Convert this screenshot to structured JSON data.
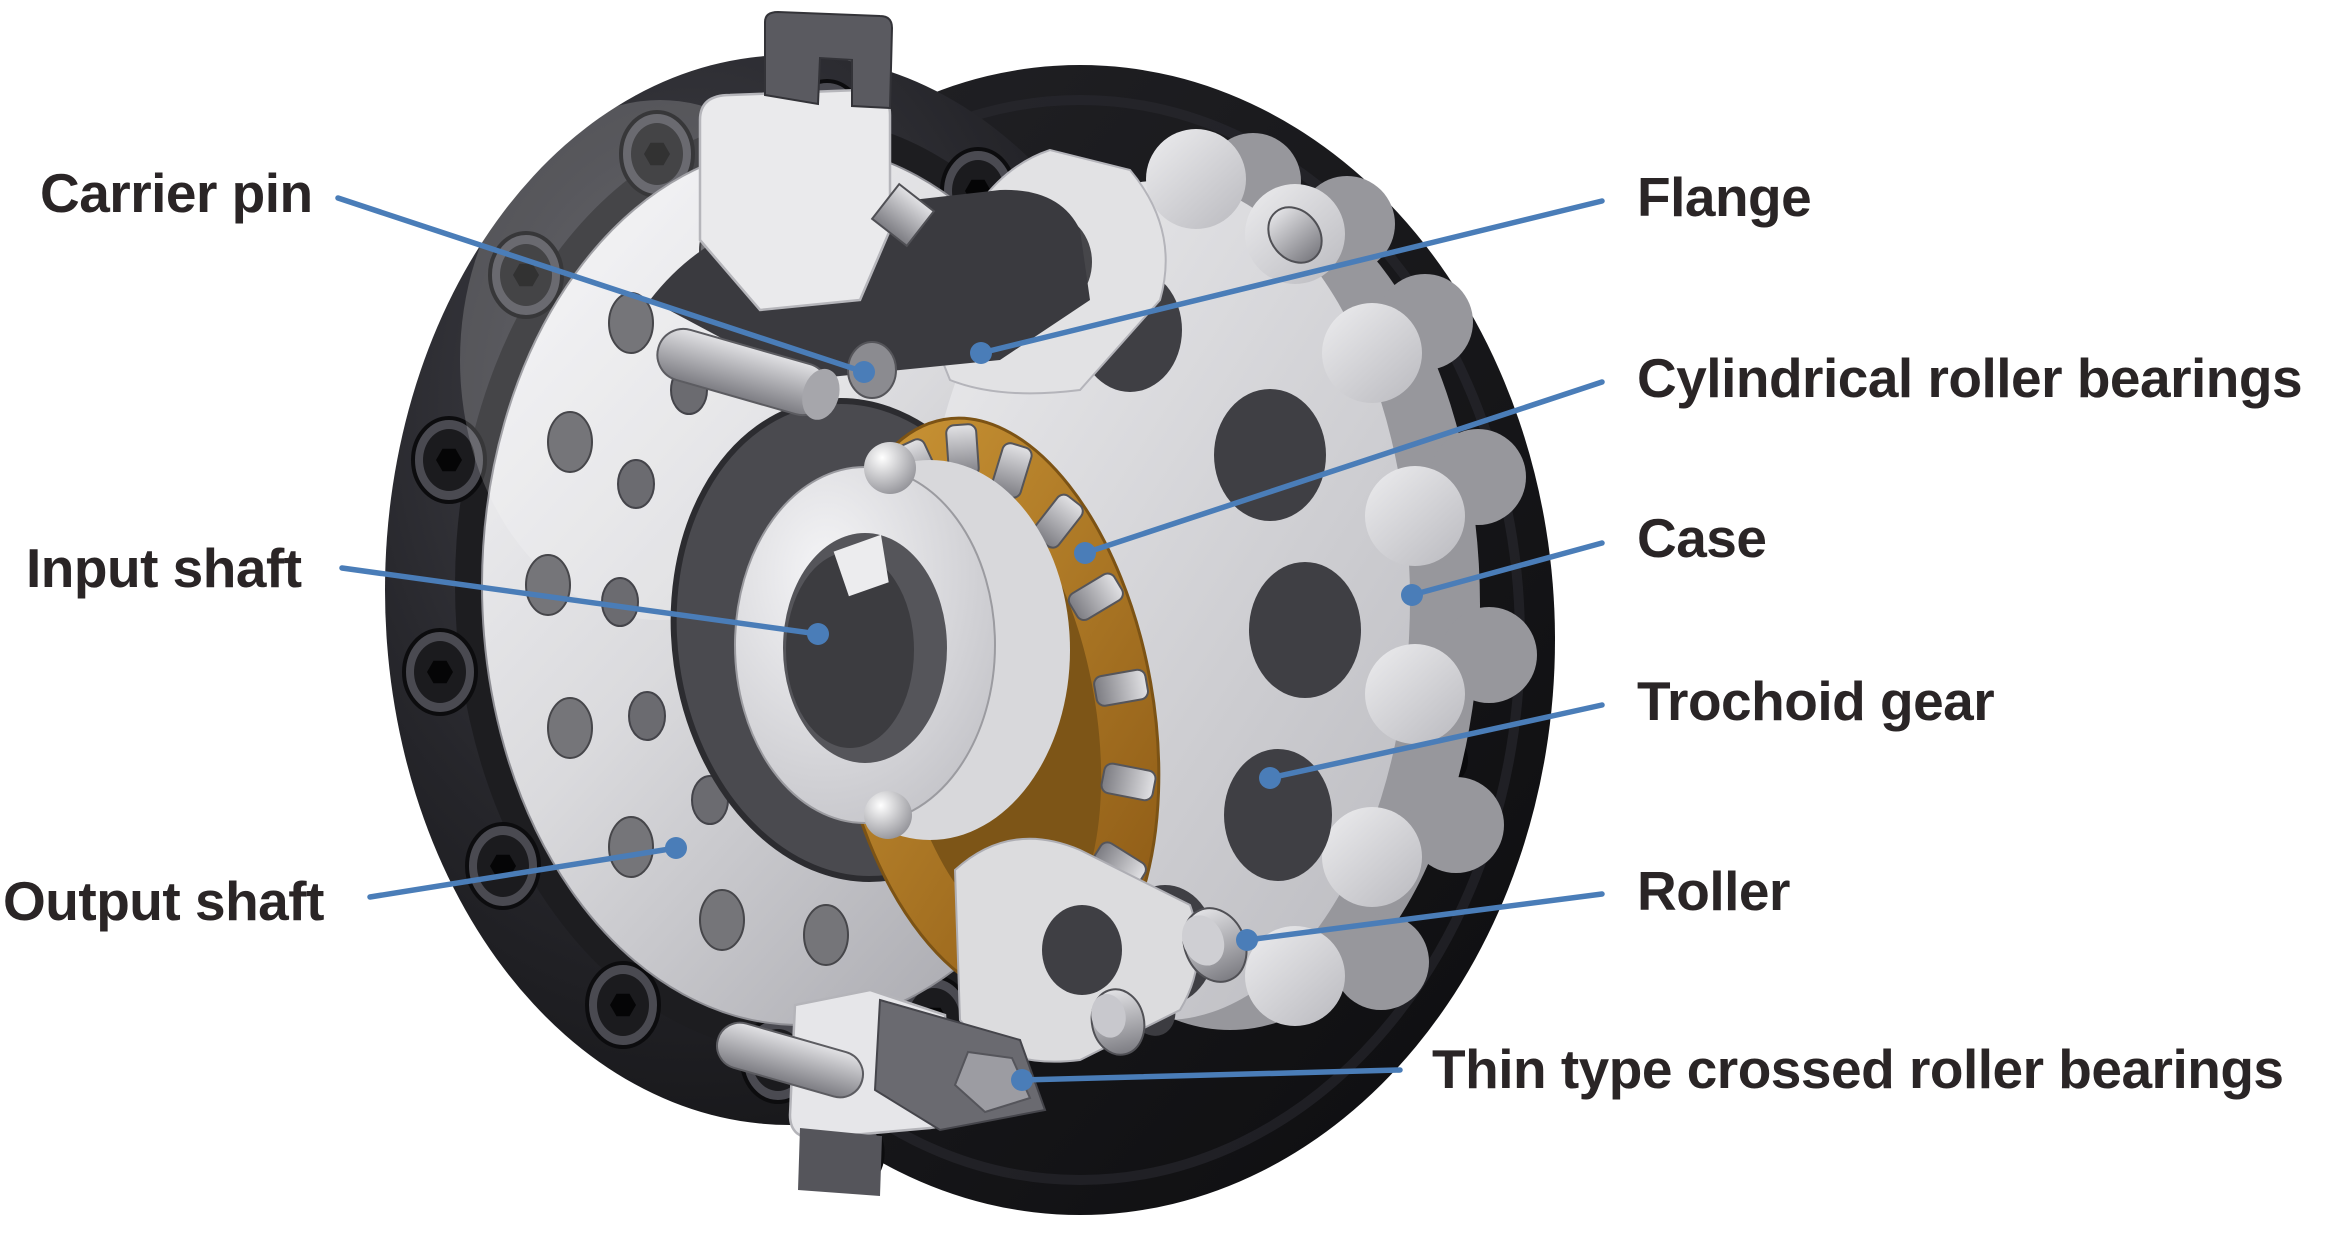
{
  "figure": {
    "background_color": "#ffffff",
    "accent_color": "#4a7db8",
    "label_color": "#2a2526",
    "subject": "cutaway view of a precision cycloidal gear reducer"
  },
  "labels": {
    "carrier_pin": "Carrier pin",
    "input_shaft": "Input shaft",
    "output_shaft": "Output shaft",
    "flange": "Flange",
    "cylindrical_roller_bearings": "Cylindrical roller bearings",
    "case": "Case",
    "trochoid_gear": "Trochoid gear",
    "roller": "Roller",
    "thin_type_crossed_roller_bearings": "Thin type crossed roller bearings"
  }
}
